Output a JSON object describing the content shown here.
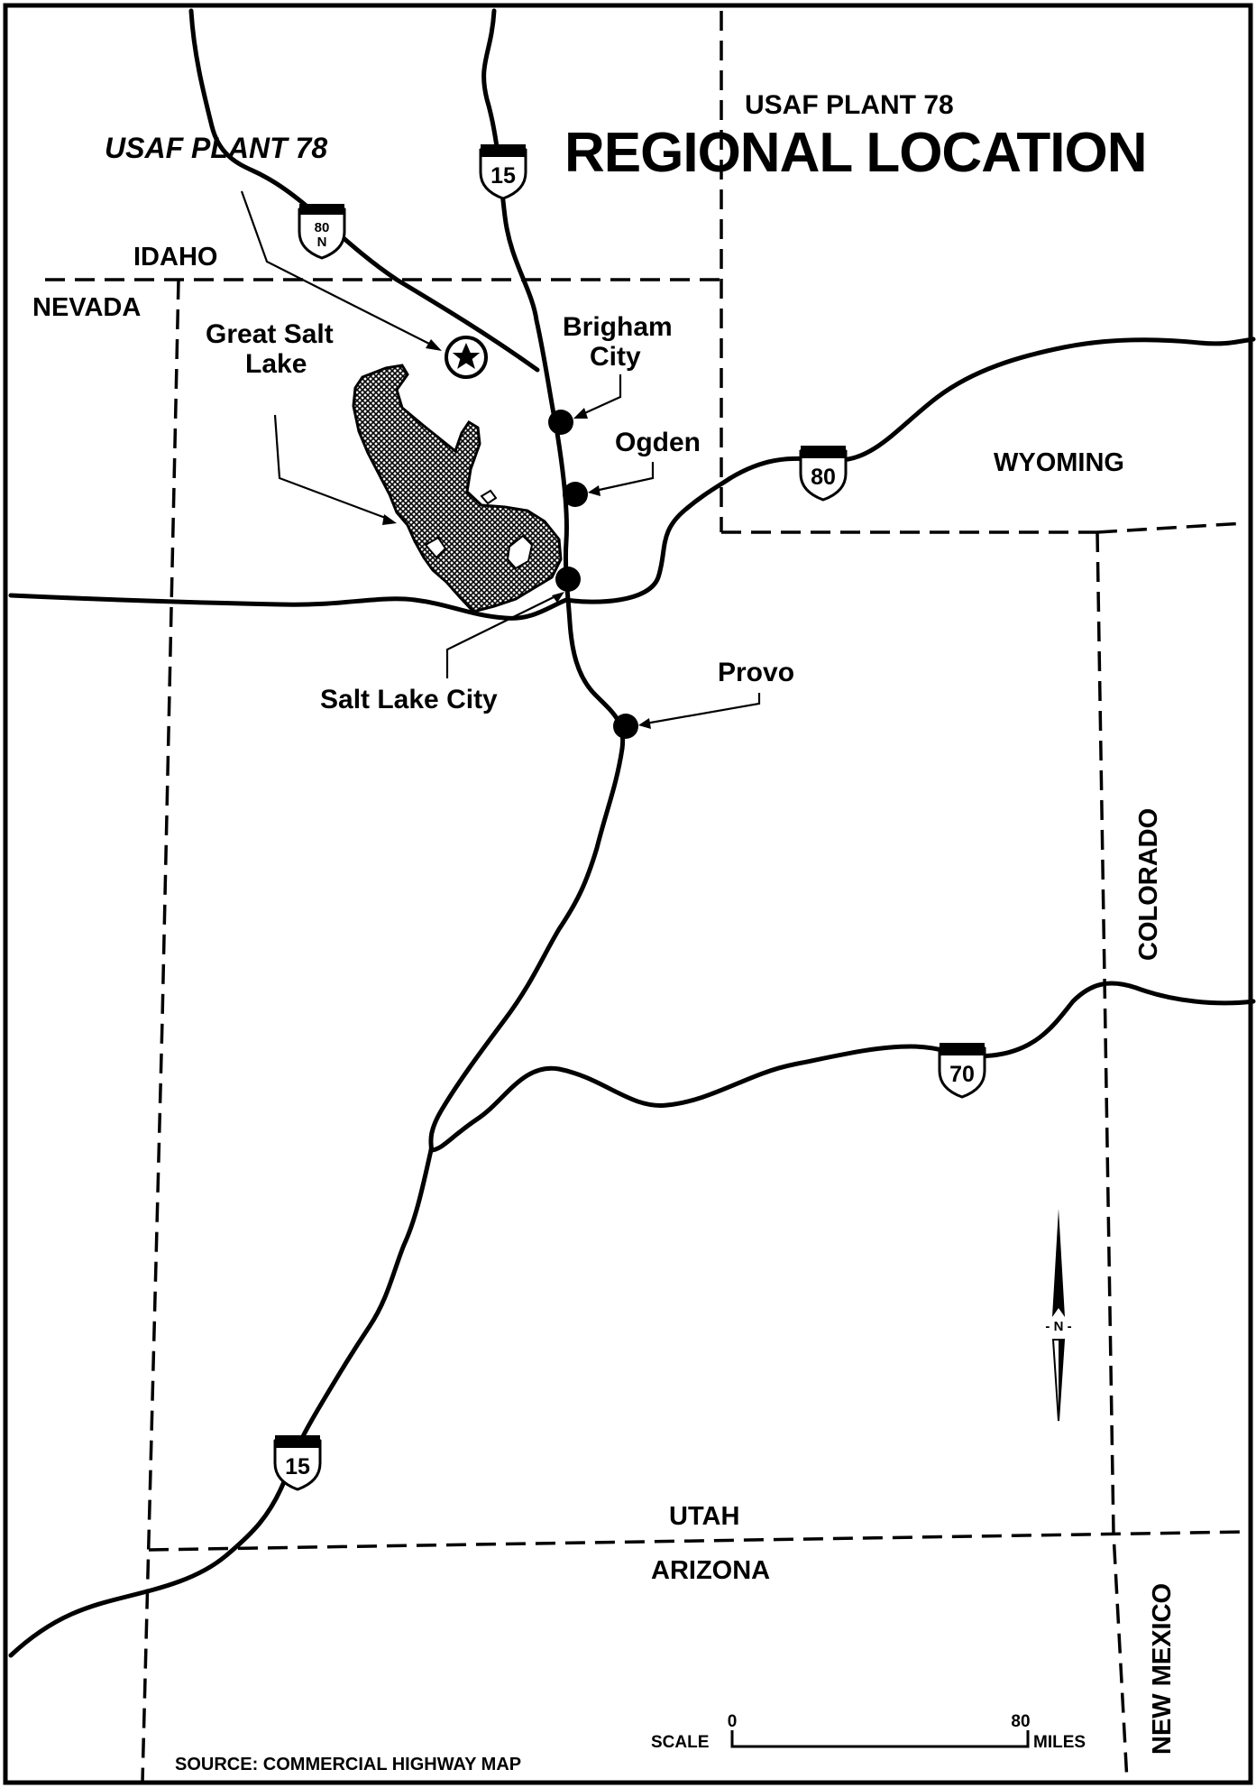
{
  "title": {
    "subtitle": "USAF PLANT 78",
    "main": "REGIONAL LOCATION"
  },
  "states": {
    "idaho": "IDAHO",
    "nevada": "NEVADA",
    "wyoming": "WYOMING",
    "colorado": "COLORADO",
    "utah": "UTAH",
    "arizona": "ARIZONA",
    "new_mexico": "NEW MEXICO"
  },
  "places": {
    "plant": "USAF PLANT 78",
    "lake_line1": "Great Salt",
    "lake_line2": "Lake",
    "brigham_line1": "Brigham",
    "brigham_line2": "City",
    "ogden": "Ogden",
    "salt_lake_city": "Salt Lake City",
    "provo": "Provo"
  },
  "highways": {
    "i15_north": "15",
    "i80n_line1": "80",
    "i80n_line2": "N",
    "i80": "80",
    "i70": "70",
    "i15_south": "15"
  },
  "compass": {
    "label": "- N -"
  },
  "scale": {
    "label": "SCALE",
    "start": "0",
    "end": "80",
    "unit": "MILES"
  },
  "source": "SOURCE:  COMMERCIAL HIGHWAY MAP",
  "colors": {
    "ink": "#000000",
    "paper": "#ffffff",
    "lake_fill": "#555555"
  }
}
